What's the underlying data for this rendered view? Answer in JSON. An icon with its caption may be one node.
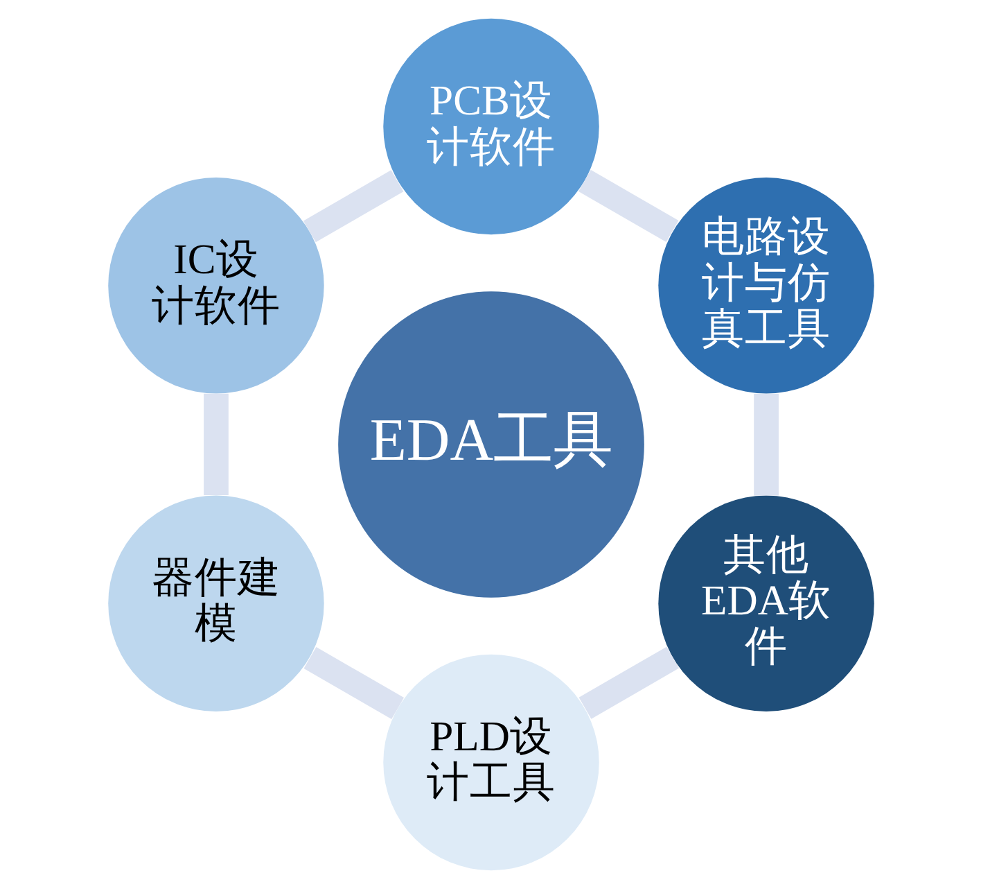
{
  "diagram": {
    "nodes": [
      {
        "text": [
          "EDA工具"
        ]
      },
      {
        "text": [
          "电路设计与仿真工具"
        ]
      },
      {
        "text": [
          "PCB设计软件"
        ]
      },
      {
        "text": [
          "IC设计软件"
        ]
      },
      {
        "text": [
          "器件建模"
        ]
      },
      {
        "text": [
          "PLD设计工具"
        ]
      },
      {
        "text": [
          "其他EDA软件"
        ]
      }
    ],
    "edges": [
      {
        "from": 1,
        "to": 2,
        "arrow": "none"
      },
      {
        "from": 2,
        "to": 3,
        "arrow": "none"
      },
      {
        "from": 3,
        "to": 4,
        "arrow": "none"
      },
      {
        "from": 4,
        "to": 5,
        "arrow": "none"
      },
      {
        "from": 5,
        "to": 6,
        "arrow": "none"
      },
      {
        "from": 6,
        "to": 1,
        "arrow": "none"
      }
    ]
  }
}
